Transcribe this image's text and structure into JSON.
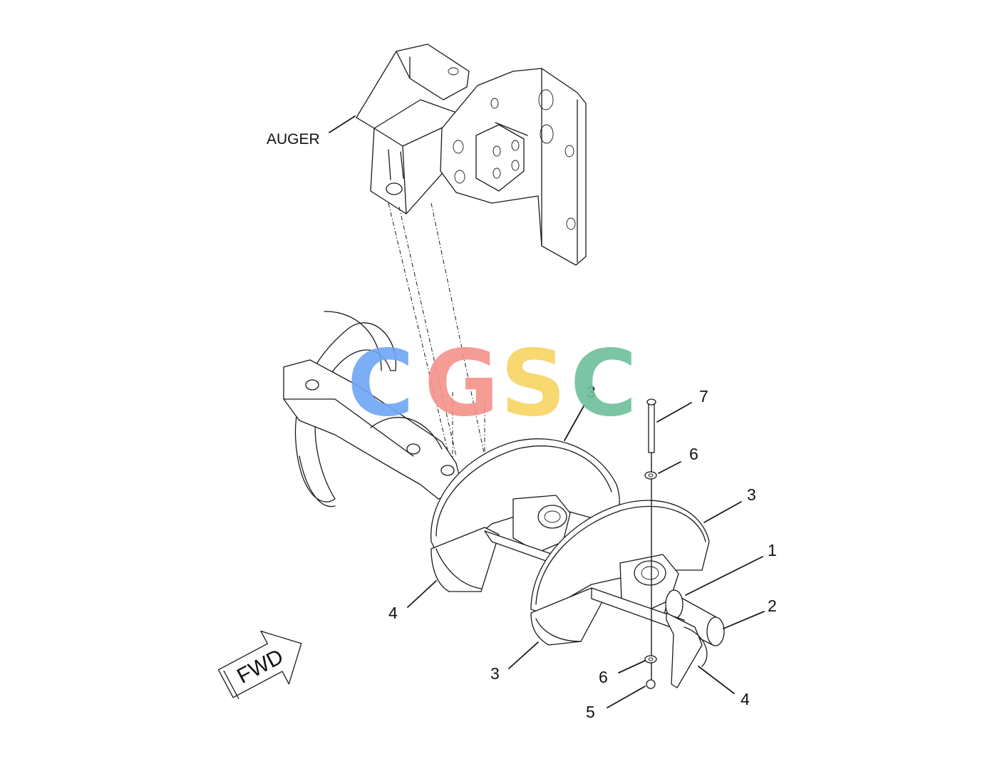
{
  "diagram": {
    "assembly_label": "AUGER",
    "direction_label": "FWD",
    "callouts": [
      {
        "id": "c3a",
        "text": "3"
      },
      {
        "id": "c7",
        "text": "7"
      },
      {
        "id": "c6a",
        "text": "6"
      },
      {
        "id": "c3b",
        "text": "3"
      },
      {
        "id": "c1",
        "text": "1"
      },
      {
        "id": "c2",
        "text": "2"
      },
      {
        "id": "c4a",
        "text": "4"
      },
      {
        "id": "c3c",
        "text": "3"
      },
      {
        "id": "c6b",
        "text": "6"
      },
      {
        "id": "c5",
        "text": "5"
      },
      {
        "id": "c4b",
        "text": "4"
      }
    ]
  },
  "watermark": {
    "letters": [
      "C",
      "G",
      "S",
      "C"
    ],
    "colors": [
      "#6ea6f5",
      "#f4928a",
      "#f7d462",
      "#6dbf9b"
    ]
  }
}
